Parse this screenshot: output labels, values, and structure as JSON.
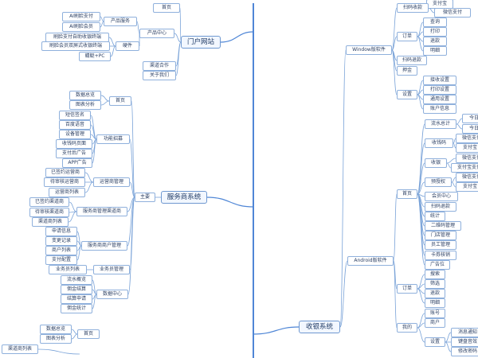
{
  "sections": {
    "portal": {
      "label": "门户网站",
      "home": "首页",
      "product_center": "产品中心",
      "product_service": "产品服务",
      "ai_pay": "AI刷脸支付",
      "ai_member": "AI刷脸会员",
      "hardware": "硬件",
      "hw1": "刷脸支付自助收银终端",
      "hw2": "刷脸会员双屏式收银终端",
      "hw3": "蜻蜓+PC",
      "partner": "渠道合作",
      "about": "关于我们"
    },
    "provider": {
      "label": "服务商系统",
      "home": "首页",
      "data_overview": "数据总览",
      "chart_analysis": "图表分析",
      "main": "主要",
      "func_ads": "功能招募",
      "ads1": "短信签名",
      "ads2": "百度语音",
      "ads3": "设备管理",
      "ads4": "收钱码页面",
      "ads5": "支付后广告",
      "ads6": "APP广告",
      "ops": "运营商管理",
      "ops1": "已签约运营商",
      "ops2": "待审核运营商",
      "ops3": "运营商列表",
      "channel": "服务商管理渠道商",
      "ch1": "已签约渠道商",
      "ch2": "待审核渠道商",
      "ch3": "渠道商列表",
      "merchant": "服务商商户管理",
      "m1": "申请信息",
      "m2": "变更记录",
      "m3": "商户列表",
      "m4": "支付配置",
      "salesman": "业务员管理",
      "sm1": "业务员列表",
      "data_center": "数据中心",
      "d1": "流水概览",
      "d2": "佣金结算",
      "d3": "结算申请",
      "d4": "佣金统计"
    },
    "cashier": {
      "label": "收银系统",
      "windows": "Window版软件",
      "scan_pay": "扫码收款",
      "pay_code": "支付宝",
      "scan_refund": "微信支付",
      "orders": "订单",
      "o1": "查询",
      "o2": "打印",
      "o3": "退款",
      "o4": "明细",
      "scan_refund2": "扫码退款",
      "deposit": "押金",
      "settings": "设置",
      "s1": "接收设置",
      "s2": "打印设置",
      "s3": "通用设置",
      "s4": "账户信息",
      "android": "Android版软件",
      "home": "首页",
      "flow_total": "流水总计",
      "today": "今日",
      "today2": "今日",
      "collect_code": "收钱码",
      "cc1": "微信支付",
      "cc2": "支付宝",
      "collect": "收银",
      "c1": "微信支付",
      "c2": "支付宝支付",
      "prepay": "预授权",
      "p1": "微信支付",
      "p2": "支付宝",
      "member_center": "会员中心",
      "scan_refund3": "扫码退款",
      "stats": "统计",
      "qr_mgmt": "二维码管理",
      "store_mgmt": "门店管理",
      "staff_mgmt": "员工管理",
      "card_verify": "卡券核销",
      "ad_slot": "广告位",
      "orders2": "订单",
      "q1": "搜索",
      "q2": "筛选",
      "q3": "退款",
      "q4": "明细",
      "mine": "我的",
      "account": "账号",
      "merchant": "商户",
      "settings2": "设置",
      "set1": "消息通知",
      "set2": "键盘音效",
      "set3": "修改密码"
    },
    "bottom": {
      "home": "首页",
      "data_overview": "数据总览",
      "chart_analysis": "图表分析",
      "channel_list": "渠道商列表"
    }
  },
  "colors": {
    "edge": "#7aa3d8",
    "spine": "#4f86d6",
    "node_border": "#8fb0dc"
  }
}
